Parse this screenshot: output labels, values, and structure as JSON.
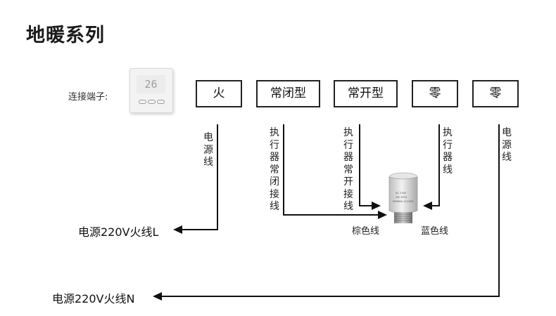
{
  "title": "地暖系列",
  "connection_label": "连接端子:",
  "thermostat": {
    "display": "26"
  },
  "terminals": [
    "火",
    "常闭型",
    "常开型",
    "零",
    "零"
  ],
  "wire_labels": {
    "power_live": "电源线",
    "nc_actuator": "执行器常闭接线",
    "no_actuator": "执行器常开接线",
    "actuator_neutral": "执行器线",
    "power_neutral": "电源线"
  },
  "outputs": {
    "live": "电源220V火线L",
    "neutral": "电源220V火线N"
  },
  "actuator_wires": {
    "brown": "棕色线",
    "blue": "蓝色线"
  },
  "actuator": {
    "label_lines": [
      "AC 230V",
      "2W 1P54",
      "NORMAL CLOSED"
    ]
  }
}
